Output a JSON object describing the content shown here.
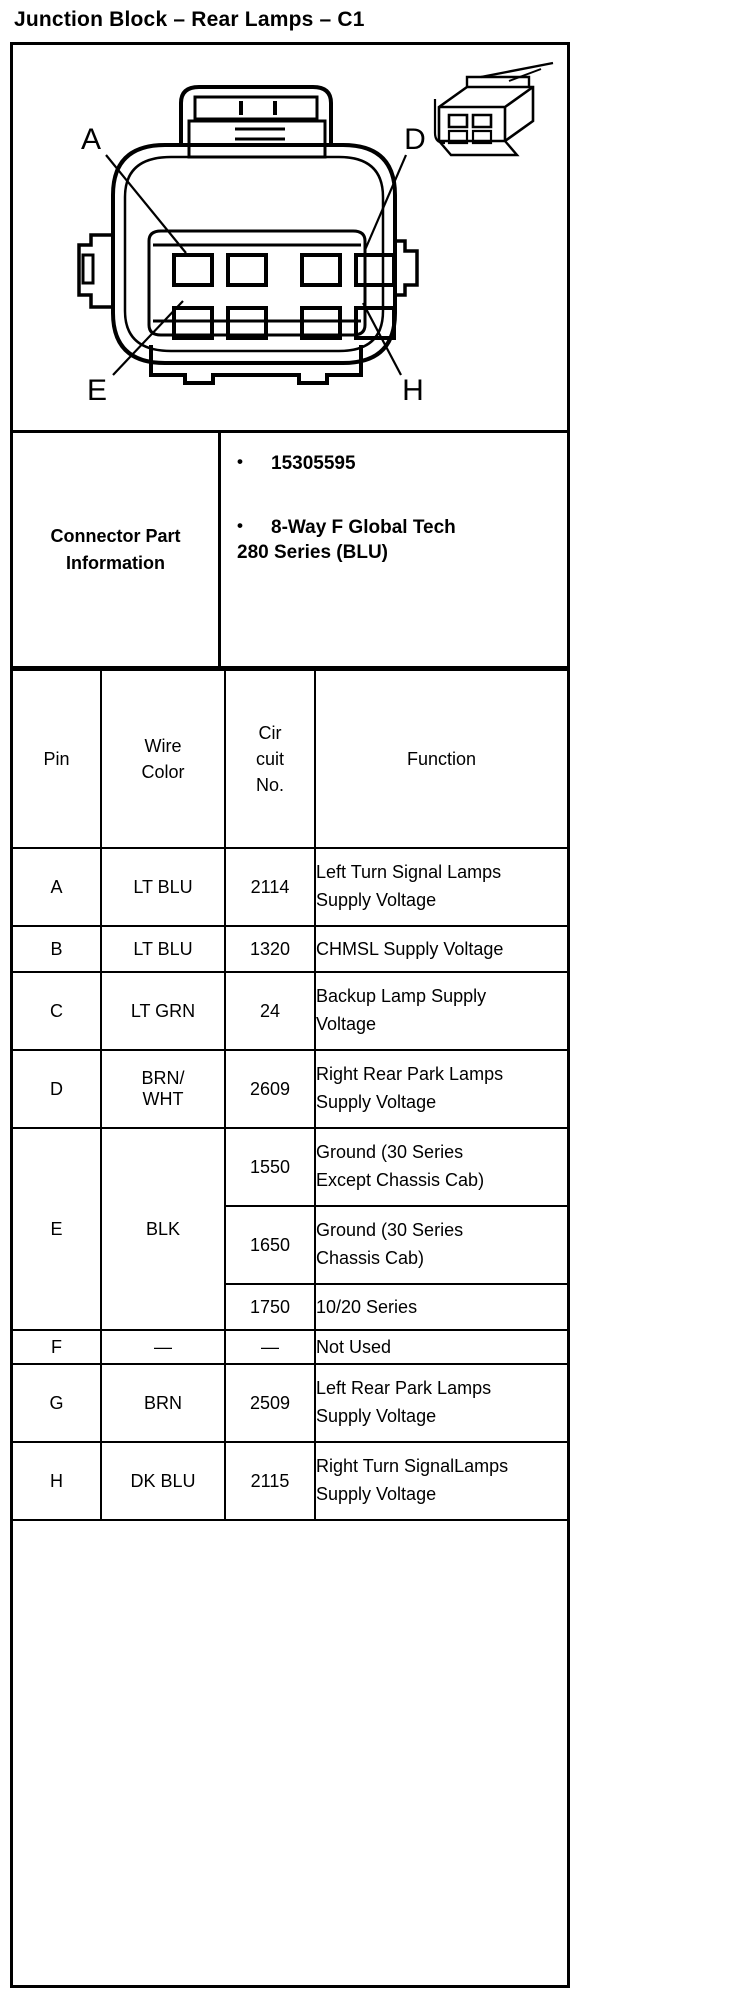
{
  "title": "Junction Block – Rear Lamps – C1",
  "diagram": {
    "callouts": {
      "top_left": "A",
      "top_right": "D",
      "bottom_left": "E",
      "bottom_right": "H"
    }
  },
  "part_info": {
    "label_line1": "Connector Part",
    "label_line2": "Information",
    "bullets": [
      {
        "text": "15305595",
        "wrap": ""
      },
      {
        "text": "8-Way F Global Tech",
        "wrap": "280 Series (BLU)"
      }
    ]
  },
  "table": {
    "headers": {
      "pin": "Pin",
      "wire_color_line1": "Wire",
      "wire_color_line2": "Color",
      "circuit_line1": "Cir",
      "circuit_line2": "cuit",
      "circuit_line3": "No.",
      "function": "Function"
    },
    "rows": [
      {
        "pin": "A",
        "color": "LT BLU",
        "circuit": "2114",
        "fn1": "Left Turn Signal Lamps",
        "fn2": "Supply Voltage"
      },
      {
        "pin": "B",
        "color": "LT BLU",
        "circuit": "1320",
        "fn1": "CHMSL Supply Voltage",
        "fn2": ""
      },
      {
        "pin": "C",
        "color": "LT GRN",
        "circuit": "24",
        "fn1": "Backup Lamp Supply",
        "fn2": "Voltage"
      },
      {
        "pin": "D",
        "color_line1": "BRN/",
        "color_line2": "WHT",
        "circuit": "2609",
        "fn1": "Right Rear Park Lamps",
        "fn2": "Supply Voltage"
      },
      {
        "pin": "E",
        "color": "BLK",
        "sub": [
          {
            "circuit": "1550",
            "fn1": "Ground (30 Series",
            "fn2": "Except Chassis Cab)"
          },
          {
            "circuit": "1650",
            "fn1": "Ground (30 Series",
            "fn2": "Chassis Cab)"
          },
          {
            "circuit": "1750",
            "fn1": "10/20 Series",
            "fn2": ""
          }
        ]
      },
      {
        "pin": "F",
        "color": "—",
        "circuit": "—",
        "fn1": "Not Used",
        "fn2": ""
      },
      {
        "pin": "G",
        "color": "BRN",
        "circuit": "2509",
        "fn1": "Left Rear Park Lamps",
        "fn2": "Supply Voltage"
      },
      {
        "pin": "H",
        "color": "DK BLU",
        "circuit": "2115",
        "fn1": "Right Turn SignalLamps",
        "fn2": "Supply Voltage"
      }
    ]
  }
}
